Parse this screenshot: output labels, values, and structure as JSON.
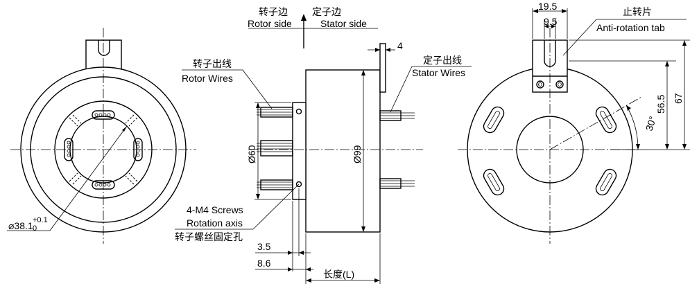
{
  "labels": {
    "rotor_side_cn": "转子边",
    "rotor_side_en": "Rotor side",
    "stator_side_cn": "定子边",
    "stator_side_en": "Stator  side",
    "rotor_wires_cn": "转子出线",
    "rotor_wires_en": "Rotor Wires",
    "stator_wires_cn": "定子出线",
    "stator_wires_en": "Stator Wires",
    "screws_en": "4-M4 Screws",
    "rotation_axis_en": "Rotation axis",
    "screws_cn": "转子螺丝固定孔",
    "length_label": "长度(L)",
    "anti_rotation_cn": "止转片",
    "anti_rotation_en": "Anti-rotation tab"
  },
  "dimensions": {
    "bore_diameter": "⌀38.1",
    "bore_tol_upper": "+0.1",
    "bore_tol_lower": "0",
    "flange_diameter": "Ø60",
    "body_diameter": "Ø99",
    "tab_thickness": "4",
    "flange_3_5": "3.5",
    "flange_8_6": "8.6",
    "tab_width": "19.5",
    "slot_width": "9.5",
    "height_56_5": "56.5",
    "height_67": "67",
    "angle": "30°"
  }
}
